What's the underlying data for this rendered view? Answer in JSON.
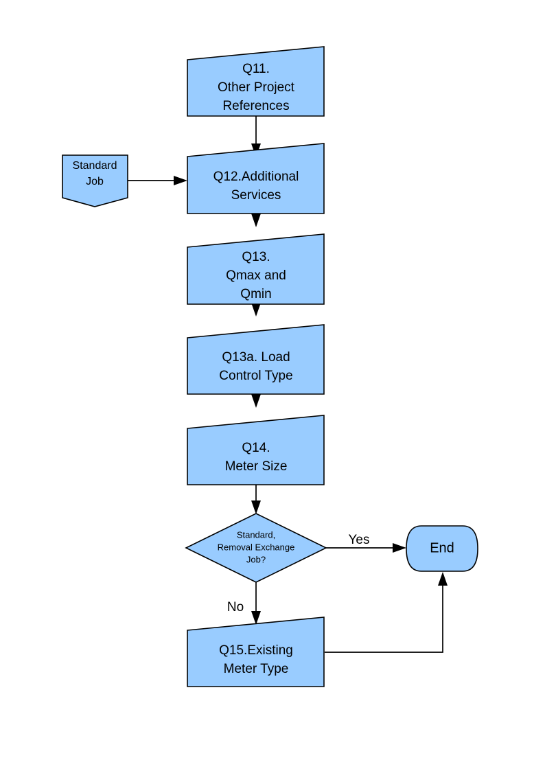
{
  "diagram": {
    "type": "flowchart",
    "background_color": "#ffffff",
    "node_fill_color": "#99ccff",
    "node_stroke_color": "#000000",
    "text_color": "#000000",
    "nodes": [
      {
        "id": "q11",
        "shape": "document-slanted-rect",
        "lines": [
          "Q11.",
          "Other Project",
          "References"
        ]
      },
      {
        "id": "standard_job",
        "shape": "pentagon-chevron-bottom",
        "lines": [
          "Standard",
          "Job"
        ]
      },
      {
        "id": "q12",
        "shape": "document-slanted-rect",
        "lines": [
          "Q12.Additional",
          "Services"
        ]
      },
      {
        "id": "q13",
        "shape": "document-slanted-rect",
        "lines": [
          "Q13.",
          "Qmax and",
          "Qmin"
        ]
      },
      {
        "id": "q13a",
        "shape": "document-slanted-rect",
        "lines": [
          "Q13a. Load",
          "Control Type"
        ]
      },
      {
        "id": "q14",
        "shape": "document-slanted-rect",
        "lines": [
          "Q14.",
          "Meter Size"
        ]
      },
      {
        "id": "decision",
        "shape": "diamond",
        "lines": [
          "Standard,",
          "Removal Exchange",
          "Job?"
        ]
      },
      {
        "id": "end",
        "shape": "rounded-terminator",
        "lines": [
          "End"
        ]
      },
      {
        "id": "q15",
        "shape": "document-slanted-rect",
        "lines": [
          "Q15.Existing",
          "Meter Type"
        ]
      }
    ],
    "edge_labels": {
      "yes": "Yes",
      "no": "No"
    },
    "edges": [
      {
        "from": "q11",
        "to": "q12",
        "label": ""
      },
      {
        "from": "standard_job",
        "to": "q12",
        "label": ""
      },
      {
        "from": "q12",
        "to": "q13",
        "label": ""
      },
      {
        "from": "q13",
        "to": "q13a",
        "label": ""
      },
      {
        "from": "q13a",
        "to": "q14",
        "label": ""
      },
      {
        "from": "q14",
        "to": "decision",
        "label": ""
      },
      {
        "from": "decision",
        "to": "end",
        "label": "Yes"
      },
      {
        "from": "decision",
        "to": "q15",
        "label": "No"
      },
      {
        "from": "q15",
        "to": "end",
        "label": ""
      }
    ]
  }
}
